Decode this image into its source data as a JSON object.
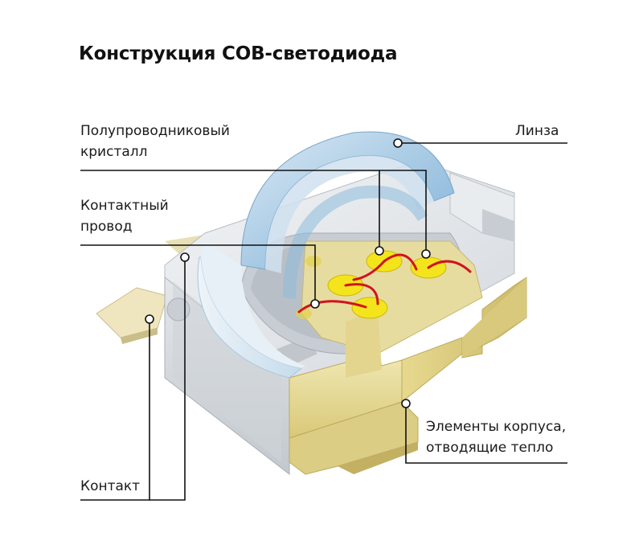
{
  "title": "Конструкция СОВ-светодиода",
  "labels": {
    "crystal_line1": "Полупроводниковый",
    "crystal_line2": "кристалл",
    "lens": "Линза",
    "wire_line1": "Контактный",
    "wire_line2": "провод",
    "heat_line1": "Элементы корпуса,",
    "heat_line2": "отводящие тепло",
    "contact": "Контакт"
  },
  "colors": {
    "lens": "#9cc3e0",
    "body": "#d9dde2",
    "heat_elements": "#e8dc9a",
    "chip": "#f2e21a",
    "wire": "#d0141c",
    "leader_line": "#111111"
  }
}
